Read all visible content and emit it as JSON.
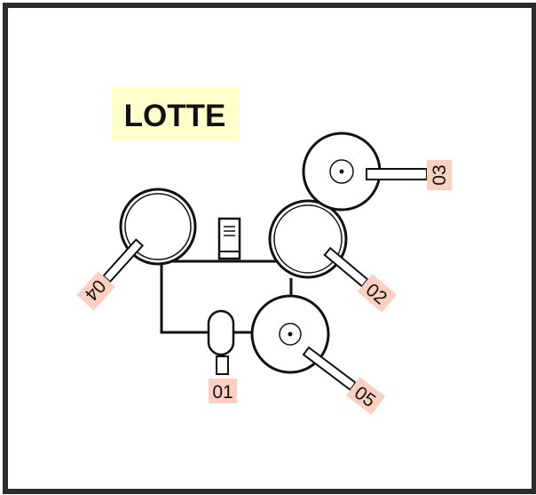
{
  "title": "LOTTE",
  "colors": {
    "frame": "#2b2b2b",
    "title_bg": "#ffffcc",
    "label_bg": "#fbd0c0",
    "stroke": "#111111"
  },
  "components": [
    {
      "id": "01",
      "label": "01",
      "shape": "capsule"
    },
    {
      "id": "02",
      "label": "02",
      "shape": "double-ring"
    },
    {
      "id": "03",
      "label": "03",
      "shape": "ring-with-center-dot"
    },
    {
      "id": "04",
      "label": "04",
      "shape": "double-ring"
    },
    {
      "id": "05",
      "label": "05",
      "shape": "ring-with-center-dot"
    }
  ]
}
